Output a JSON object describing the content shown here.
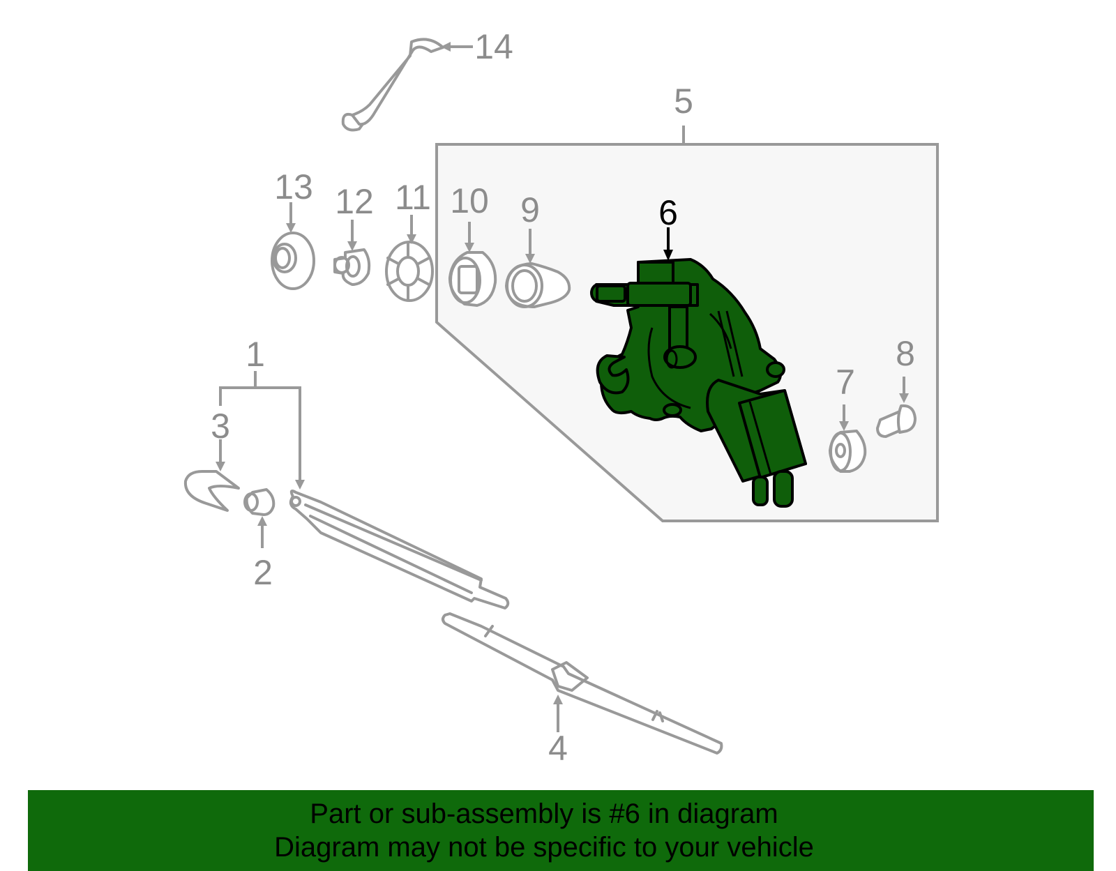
{
  "colors": {
    "highlight_fill": "#0f5e0a",
    "banner_bg": "#0f6a0b",
    "part_stroke": "#999999",
    "assembly_box_bg": "#f7f7f7",
    "label_gray": "#8c8c8c",
    "label_active": "#000000"
  },
  "callouts": {
    "c1": "1",
    "c2": "2",
    "c3": "3",
    "c4": "4",
    "c5": "5",
    "c6": "6",
    "c7": "7",
    "c8": "8",
    "c9": "9",
    "c10": "10",
    "c11": "11",
    "c12": "12",
    "c13": "13",
    "c14": "14"
  },
  "highlighted_part": "6",
  "banner": {
    "line1": "Part or sub-assembly is #6 in diagram",
    "line2": "Diagram may not be specific to your vehicle"
  }
}
